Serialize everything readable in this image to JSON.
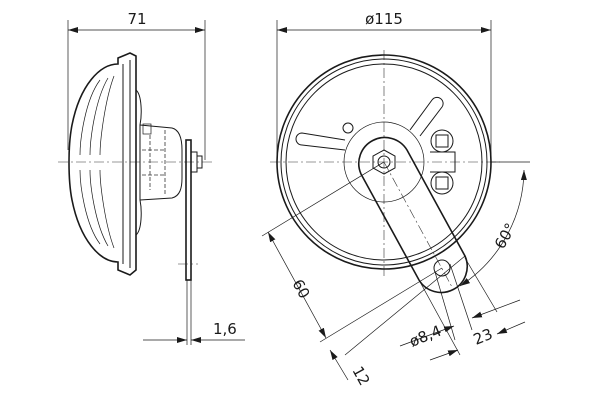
{
  "dimensions": {
    "depth": "71",
    "diameter": "ø115",
    "angle": "60°",
    "bracket_length": "60",
    "hole_diameter": "ø8,4",
    "bracket_width": "23",
    "bracket_end": "12",
    "bracket_thickness": "1,6"
  }
}
